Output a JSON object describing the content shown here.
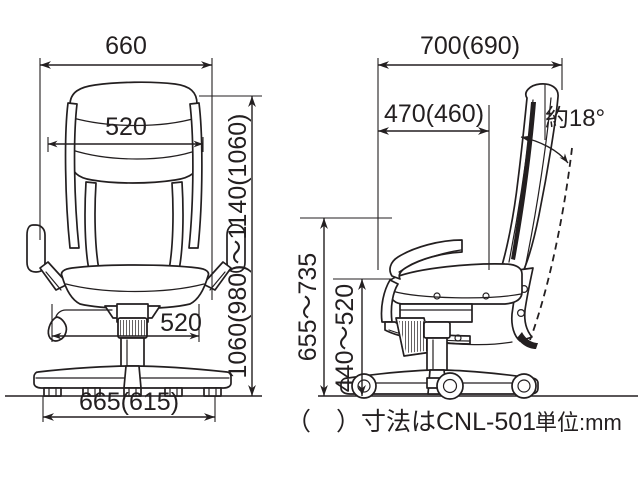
{
  "drawing": {
    "title": "office-chair-dimension-drawing",
    "units_note": "単位:mm",
    "variant_note": "（　）寸法はCNL-501",
    "line_color": "#231f20",
    "background": "#ffffff"
  },
  "front_view": {
    "name": "front-elevation",
    "dimensions": {
      "overall_width": "660",
      "backrest_width": "520",
      "seat_width": "520",
      "base_width": "665(615)",
      "overall_height": "1060(980)〜1140(1060)"
    }
  },
  "side_view": {
    "name": "side-elevation",
    "dimensions": {
      "overall_depth": "700(690)",
      "seat_depth": "470(460)",
      "backrest_height": "655〜735",
      "seat_height": "440〜520",
      "recline_angle": "約18°"
    }
  },
  "labels": {
    "overall_width": "660",
    "backrest_width": "520",
    "seat_width": "520",
    "base_width": "665(615)",
    "overall_height": "1060(980)〜1140(1060)",
    "overall_depth": "700(690)",
    "seat_depth": "470(460)",
    "backrest_height": "655〜735",
    "seat_height": "440〜520",
    "recline_angle": "約18°",
    "variant_note": "（　）寸法はCNL-501",
    "units_note": "単位:mm"
  }
}
